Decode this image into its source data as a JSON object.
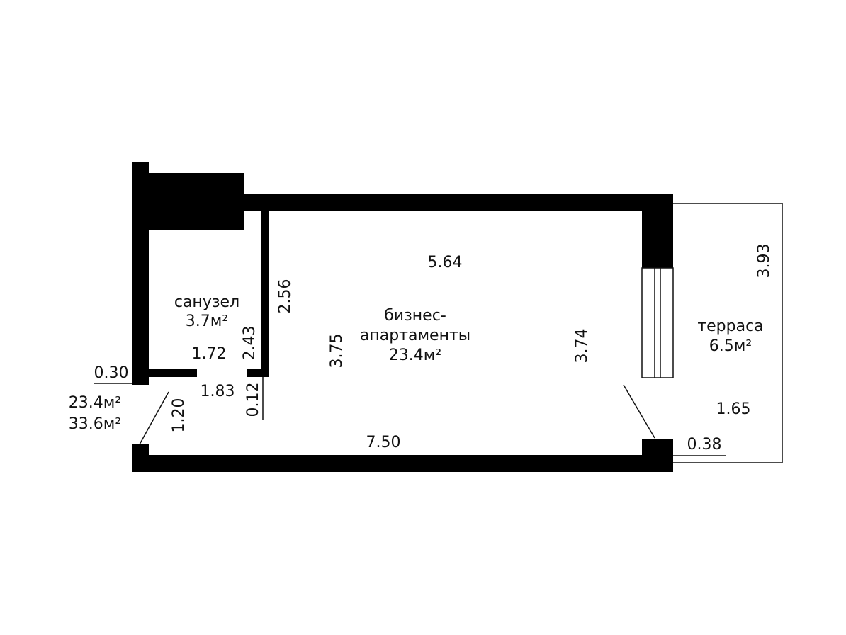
{
  "rooms": {
    "bathroom": {
      "name": "санузел",
      "area": "3.7м²"
    },
    "main": {
      "name_line1": "бизнес-",
      "name_line2": "апартаменты",
      "area": "23.4м²"
    },
    "terrace": {
      "name": "терраса",
      "area": "6.5м²"
    }
  },
  "totals": {
    "living_area": "23.4м²",
    "total_area": "33.6м²"
  },
  "dimensions": {
    "top_width": "5.64",
    "bottom_width": "7.50",
    "bathroom_height": "2.56",
    "bathroom_inner_height": "2.43",
    "main_height_left": "3.75",
    "main_height_right": "3.74",
    "bathroom_width": "1.72",
    "corridor_width": "1.83",
    "entry_width": "1.20",
    "partition_gap": "0.12",
    "wall_left": "0.30",
    "terrace_height": "3.93",
    "terrace_width": "1.65",
    "wall_right": "0.38"
  },
  "colors": {
    "wall": "#000000",
    "line": "#111111",
    "background": "#ffffff"
  }
}
